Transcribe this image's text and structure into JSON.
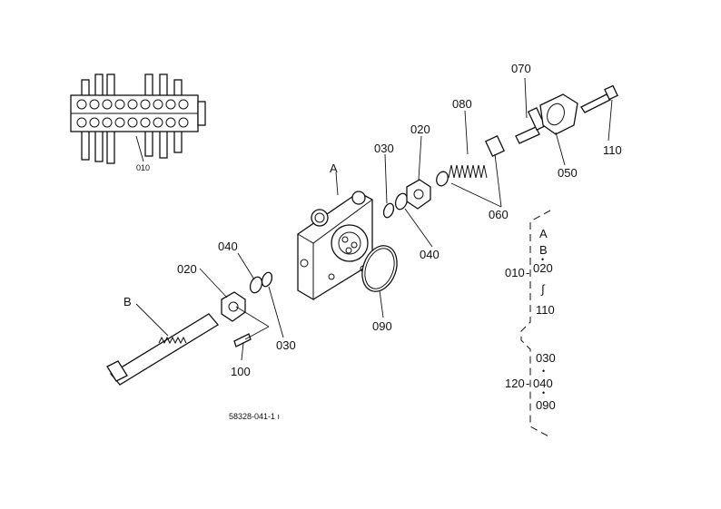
{
  "labels": {
    "part_010": "010",
    "part_020_top": "020",
    "part_030_top": "030",
    "part_080": "080",
    "part_070": "070",
    "part_110": "110",
    "part_050": "050",
    "part_060": "060",
    "part_040_right": "040",
    "part_090": "090",
    "part_040_left": "040",
    "part_020_left": "020",
    "part_030_bottom": "030",
    "part_100": "100",
    "ref_a": "A",
    "ref_b": "B"
  },
  "legend": {
    "a": "A",
    "b": "B",
    "dot": "•",
    "code_010": "010",
    "dash": "-",
    "code_020": "020",
    "range": "∫",
    "code_110": "110",
    "code_030": "030",
    "code_120": "120",
    "code_040": "040",
    "code_090": "090"
  },
  "drawing_number": "58328-041-1 ı"
}
